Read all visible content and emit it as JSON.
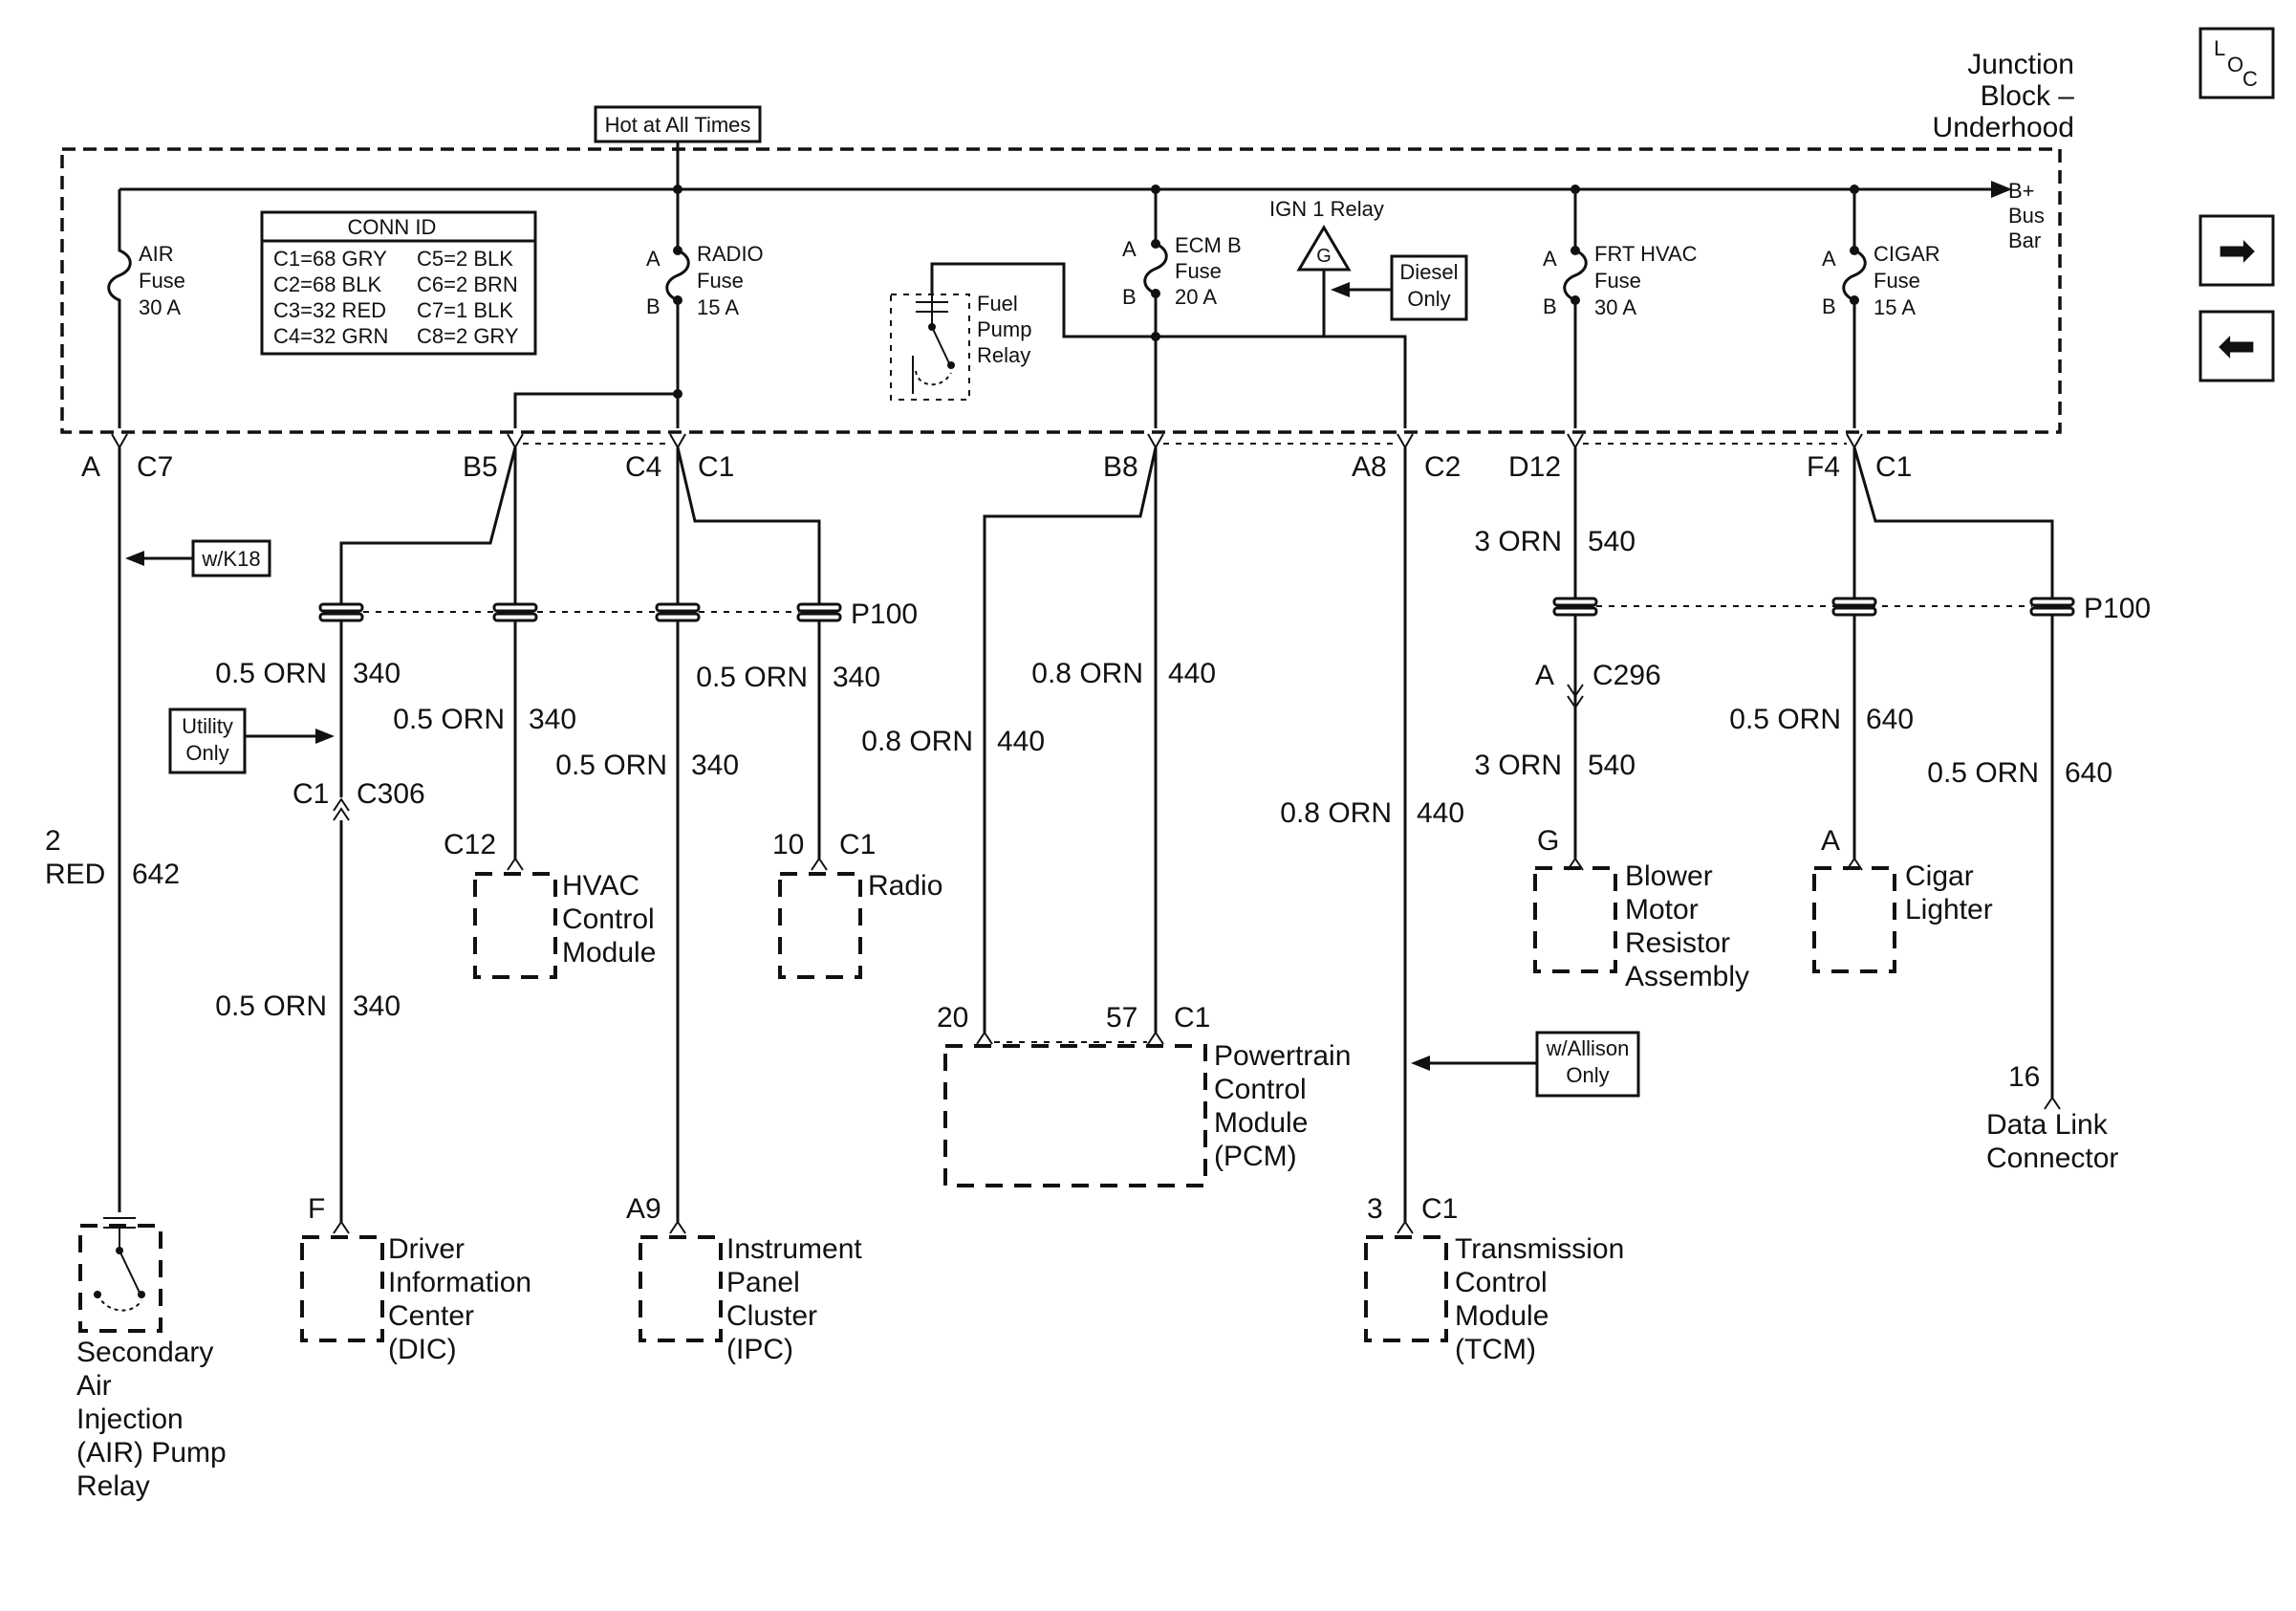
{
  "title": {
    "line1": "Junction",
    "line2": "Block –",
    "line3": "Underhood"
  },
  "hot_label": "Hot at All Times",
  "bus_label": {
    "l1": "B+",
    "l2": "Bus",
    "l3": "Bar"
  },
  "nav": {
    "loc_l": "L",
    "loc_o": "O",
    "loc_c": "C",
    "next_glyph": "➡",
    "prev_glyph": "⬅"
  },
  "conn_id": {
    "title": "CONN ID",
    "rows": [
      {
        "left": "C1=68 GRY",
        "right": "C5=2 BLK"
      },
      {
        "left": "C2=68 BLK",
        "right": "C6=2 BRN"
      },
      {
        "left": "C3=32 RED",
        "right": "C7=1 BLK"
      },
      {
        "left": "C4=32 GRN",
        "right": "C8=2 GRY"
      }
    ]
  },
  "fuses": {
    "air": {
      "l1": "AIR",
      "l2": "Fuse",
      "l3": "30 A"
    },
    "radio": {
      "a": "A",
      "b": "B",
      "l1": "RADIO",
      "l2": "Fuse",
      "l3": "15 A"
    },
    "ecm": {
      "a": "A",
      "b": "B",
      "l1": "ECM B",
      "l2": "Fuse",
      "l3": "20 A"
    },
    "frt": {
      "a": "A",
      "b": "B",
      "l1": "FRT HVAC",
      "l2": "Fuse",
      "l3": "30 A"
    },
    "cigar": {
      "a": "A",
      "b": "B",
      "l1": "CIGAR",
      "l2": "Fuse",
      "l3": "15 A"
    }
  },
  "fuel_pump": {
    "l1": "Fuel",
    "l2": "Pump",
    "l3": "Relay"
  },
  "ign1": {
    "label": "IGN 1 Relay",
    "g": "G"
  },
  "diesel": {
    "l1": "Diesel",
    "l2": "Only"
  },
  "connectors": {
    "a": "A",
    "c7": "C7",
    "b5": "B5",
    "c4": "C4",
    "c1a": "C1",
    "b8": "B8",
    "a8": "A8",
    "c2": "C2",
    "d12": "D12",
    "f4": "F4",
    "c1b": "C1"
  },
  "wk18": "w/K18",
  "p100_left": "P100",
  "p100_right": "P100",
  "wires": {
    "w1": {
      "size": "0.5 ORN",
      "circuit": "340"
    },
    "w2": {
      "size": "0.5 ORN",
      "circuit": "340"
    },
    "w3": {
      "size": "0.5 ORN",
      "circuit": "340"
    },
    "w4": {
      "size": "0.5 ORN",
      "circuit": "340"
    },
    "w5": {
      "size": "0.5 ORN",
      "circuit": "340"
    },
    "w6": {
      "size": "0.8 ORN",
      "circuit": "440"
    },
    "w7": {
      "size": "0.8 ORN",
      "circuit": "440"
    },
    "w8": {
      "size": "0.8 ORN",
      "circuit": "440"
    },
    "w9": {
      "size": "3 ORN",
      "circuit": "540"
    },
    "w10": {
      "size": "3 ORN",
      "circuit": "540"
    },
    "w11": {
      "size": "0.5 ORN",
      "circuit": "640"
    },
    "w12": {
      "size": "0.5 ORN",
      "circuit": "640"
    },
    "air_wire": {
      "size_top": "2",
      "size_bot": "RED",
      "circuit": "642"
    }
  },
  "utility": {
    "l1": "Utility",
    "l2": "Only"
  },
  "c306": {
    "pin": "C1",
    "conn": "C306"
  },
  "c296": {
    "pin": "A",
    "conn": "C296"
  },
  "hvac": {
    "pin": "C12",
    "l1": "HVAC",
    "l2": "Control",
    "l3": "Module"
  },
  "radio_mod": {
    "pin": "10",
    "conn": "C1",
    "label": "Radio"
  },
  "pcm": {
    "pin1": "20",
    "pin2": "57",
    "conn": "C1",
    "l1": "Powertrain",
    "l2": "Control",
    "l3": "Module",
    "l4": "(PCM)"
  },
  "allison": {
    "l1": "w/Allison",
    "l2": "Only"
  },
  "blower": {
    "pin": "G",
    "l1": "Blower",
    "l2": "Motor",
    "l3": "Resistor",
    "l4": "Assembly"
  },
  "cigar_lighter": {
    "pin": "A",
    "l1": "Cigar",
    "l2": "Lighter"
  },
  "dlc": {
    "pin": "16",
    "l1": "Data Link",
    "l2": "Connector"
  },
  "dic": {
    "pin": "F",
    "l1": "Driver",
    "l2": "Information",
    "l3": "Center",
    "l4": "(DIC)"
  },
  "ipc": {
    "pin": "A9",
    "l1": "Instrument",
    "l2": "Panel",
    "l3": "Cluster",
    "l4": "(IPC)"
  },
  "tcm": {
    "pin": "3",
    "conn": "C1",
    "l1": "Transmission",
    "l2": "Control",
    "l3": "Module",
    "l4": "(TCM)"
  },
  "air_relay": {
    "l1": "Secondary",
    "l2": "Air",
    "l3": "Injection",
    "l4": "(AIR) Pump",
    "l5": "Relay"
  }
}
